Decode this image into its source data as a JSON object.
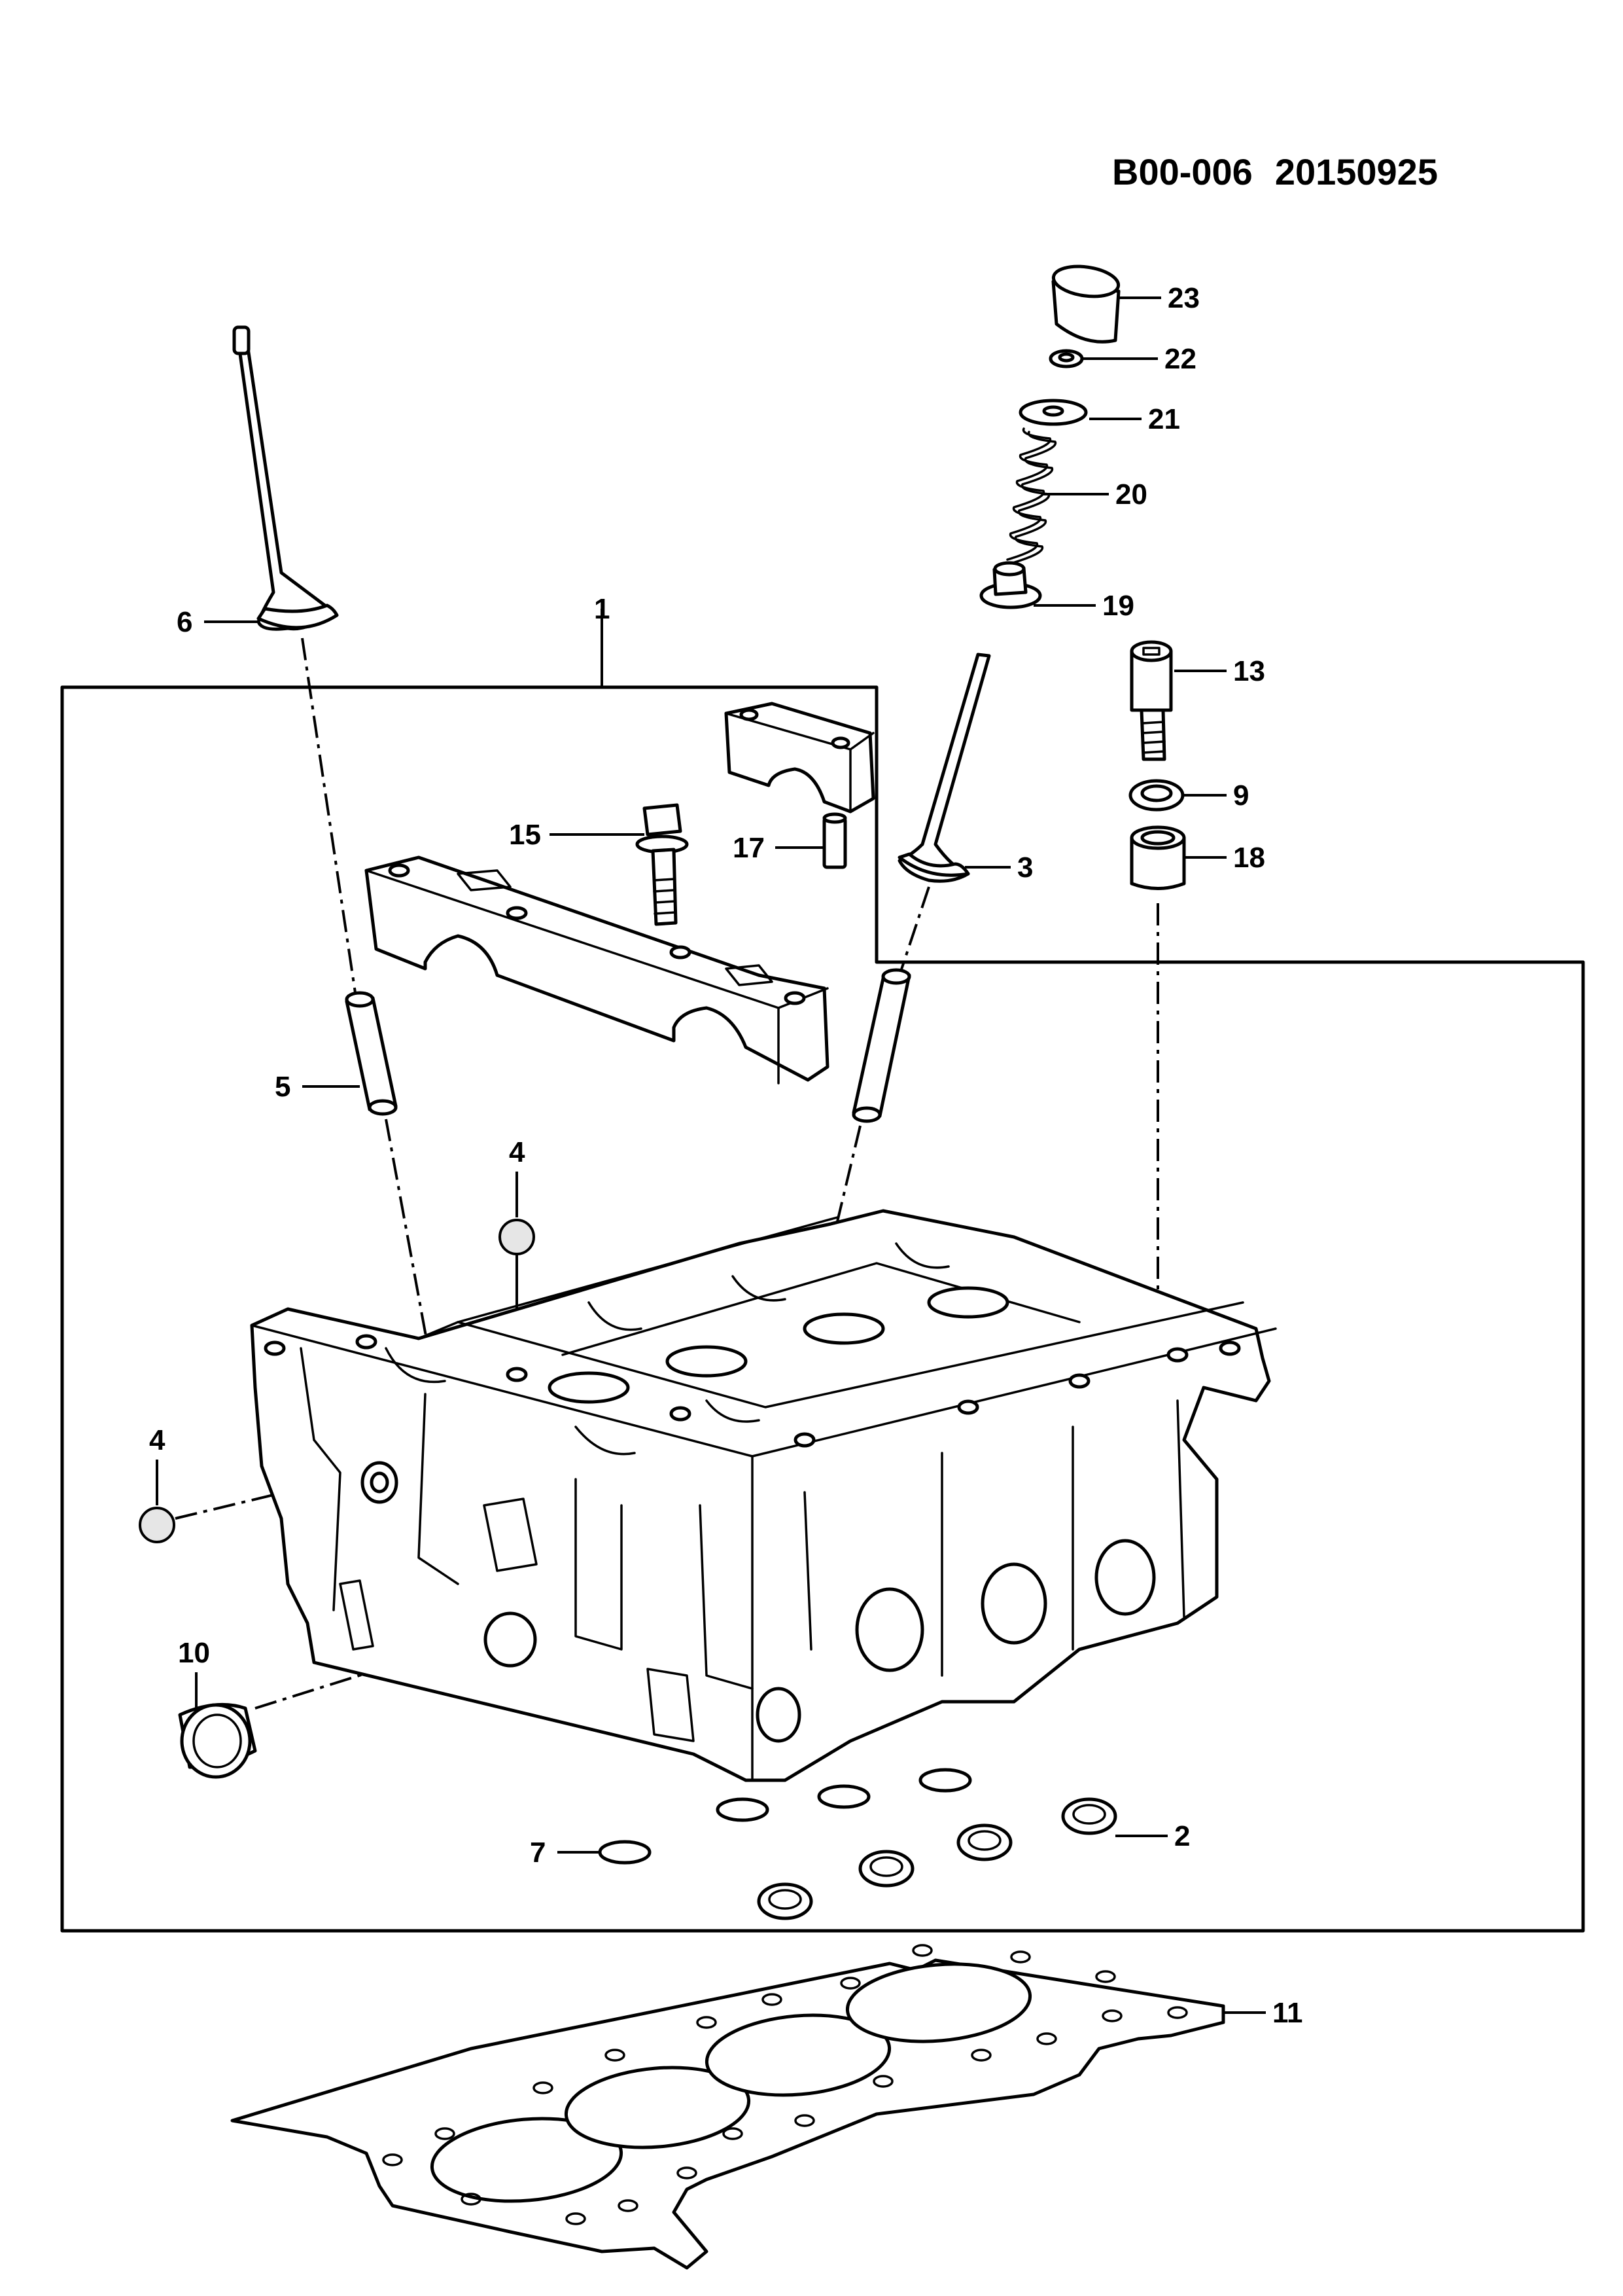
{
  "header": {
    "code": "B00-006",
    "date": "20150925"
  },
  "callouts": {
    "c1": "1",
    "c2": "2",
    "c3": "3",
    "c4a": "4",
    "c4b": "4",
    "c5": "5",
    "c6": "6",
    "c7": "7",
    "c9": "9",
    "c10": "10",
    "c11": "11",
    "c13": "13",
    "c15": "15",
    "c17": "17",
    "c18": "18",
    "c19": "19",
    "c20": "20",
    "c21": "21",
    "c22": "22",
    "c23": "23"
  }
}
